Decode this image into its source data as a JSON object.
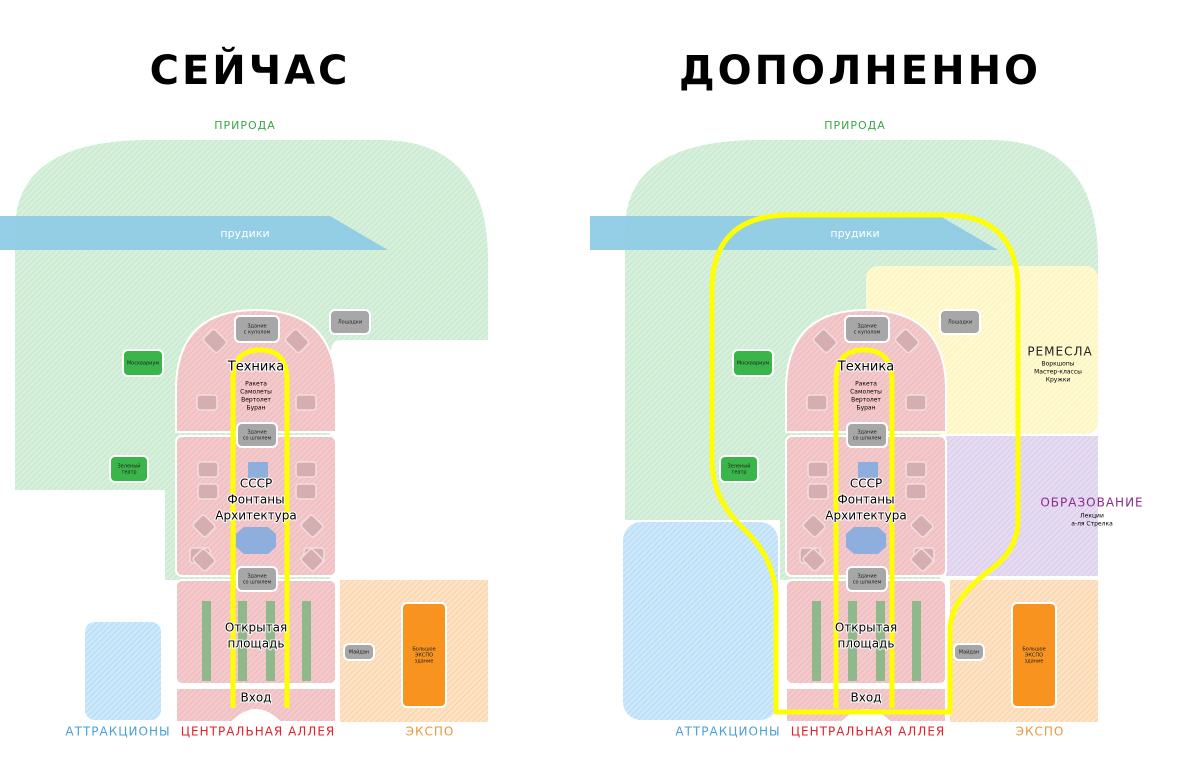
{
  "panels": [
    {
      "id": "left",
      "title": "СЕЙЧАС",
      "zones": {
        "nature": "ПРИРОДА",
        "ponds": "прудики",
        "attractions": "АТТРАКЦИОНЫ",
        "central_alley": "ЦЕНТРАЛЬНАЯ АЛЛЕЯ",
        "expo": "ЭКСПО"
      },
      "buildings": {
        "dome": "Здание\nс куполом",
        "spire_1": "Здание\nсо шпилем",
        "spire_2": "Здание\nсо шпилем",
        "horses": "Лошадки",
        "moskvarium": "Москвариум",
        "green_theater": "Зеленый\nтеатр",
        "maydan": "Майдан",
        "big_expo": "Большое\nЭКСПО\nздание"
      },
      "sections": {
        "tech_title": "Техника",
        "tech_items": [
          "Ракета",
          "Самолеты",
          "Вертолет",
          "Буран"
        ],
        "ussr": [
          "СССР",
          "Фонтаны",
          "Архитектура"
        ],
        "open_square": [
          "Открытая",
          "площадь"
        ],
        "entrance": "Вход"
      }
    },
    {
      "id": "right",
      "title": "ДОПОЛНЕННО",
      "zones": {
        "nature": "ПРИРОДА",
        "ponds": "прудики",
        "attractions": "АТТРАКЦИОНЫ",
        "central_alley": "ЦЕНТРАЛЬНАЯ АЛЛЕЯ",
        "expo": "ЭКСПО",
        "crafts": "РЕМЕСЛА",
        "crafts_items": [
          "Воркшопы",
          "Мастер-классы",
          "Кружки"
        ],
        "education": "ОБРАЗОВАНИЕ",
        "education_items": [
          "Лекции",
          "а-ля Стрелка"
        ]
      },
      "buildings": {
        "dome": "Здание\nс куполом",
        "spire_1": "Здание\nсо шпилем",
        "spire_2": "Здание\nсо шпилем",
        "horses": "Лошадки",
        "moskvarium": "Москвариум",
        "green_theater": "Зеленый\nтеатр",
        "maydan": "Майдан",
        "big_expo": "Большое\nЭКСПО\nздание"
      },
      "sections": {
        "tech_title": "Техника",
        "tech_items": [
          "Ракета",
          "Самолеты",
          "Вертолет",
          "Буран"
        ],
        "ussr": [
          "СССР",
          "Фонтаны",
          "Архитектура"
        ],
        "open_square": [
          "Открытая",
          "площадь"
        ],
        "entrance": "Вход"
      }
    }
  ],
  "colors": {
    "nature": "#cfeed6",
    "nature_label": "#3aa64a",
    "ponds": "#8fcbe6",
    "attractions": "#bfe0f7",
    "attractions_label": "#4a9fd8",
    "central": "#f2c3c6",
    "central_label": "#e0202a",
    "expo": "#fbdcb8",
    "expo_label": "#e59a3c",
    "crafts": "#fdf7c6",
    "education": "#e2d6ef",
    "education_label": "#8a2b8f",
    "building_grey": "#a8a7a8",
    "building_green": "#3ab54a",
    "big_expo": "#f7931e",
    "fountain": "#8eaedd",
    "route": "#ffff00",
    "strip": "#8fb98a"
  }
}
